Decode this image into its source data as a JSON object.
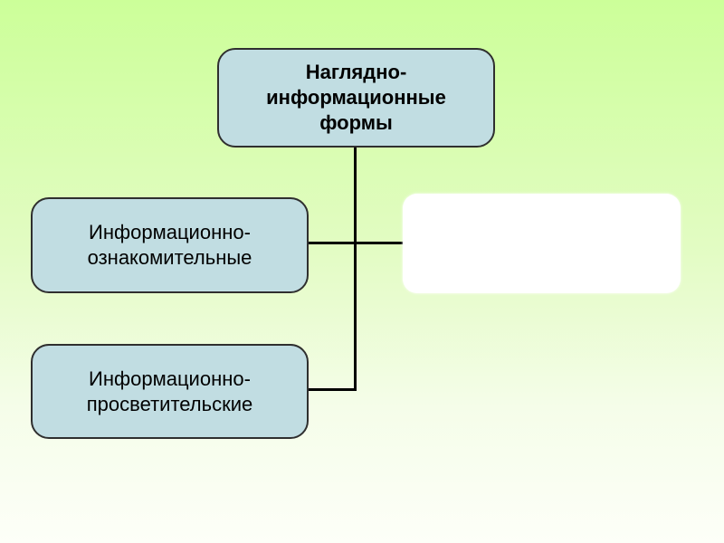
{
  "slide": {
    "colors": {
      "bg_gradient_top": "#ccff99",
      "bg_gradient_bottom": "#fdfff8",
      "node_fill": "#c1dde2",
      "node_border": "#2f2f2f",
      "connector": "#000000",
      "placeholder_fill": "#ffffff"
    },
    "nodes": {
      "root": {
        "label": "Наглядно-\nинформационные\nформы"
      },
      "child1": {
        "label": "Информационно-\nознакомительные"
      },
      "child2": {
        "label": "Информационно-\nпросветительские"
      },
      "placeholder": {
        "label": ""
      }
    }
  }
}
